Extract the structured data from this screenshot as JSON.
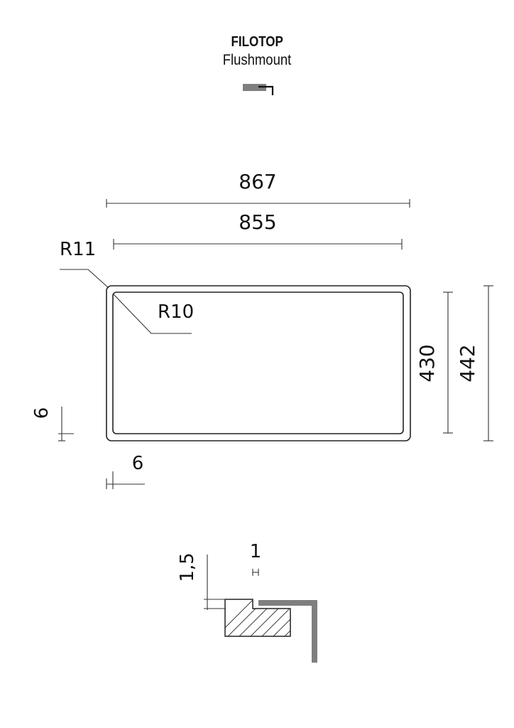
{
  "header": {
    "title": "FILOTOP",
    "subtitle": "Flushmount",
    "icon": "flushmount-profile-icon"
  },
  "plan_view": {
    "outer_width": "867",
    "inner_width": "855",
    "outer_height": "442",
    "inner_height": "430",
    "outer_radius": "R11",
    "inner_radius": "R10",
    "rim_left": "6",
    "rim_bottom": "6"
  },
  "section_view": {
    "step_height": "1,5",
    "gap_width": "1"
  },
  "colors": {
    "line": "#333333",
    "profile_grey": "#7f7f7f",
    "text": "#111111"
  }
}
